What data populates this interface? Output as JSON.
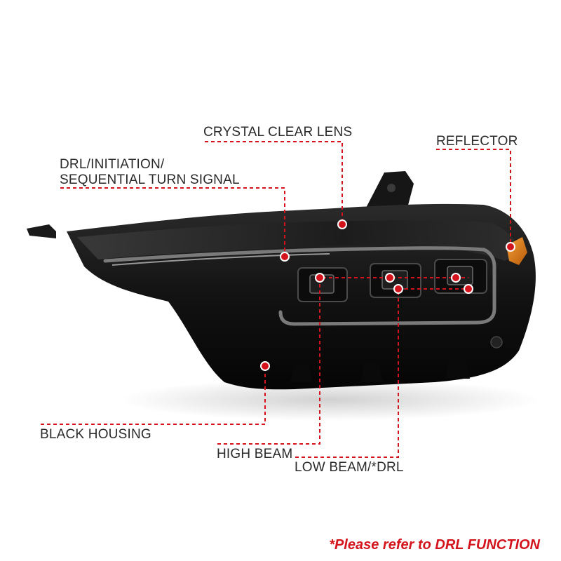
{
  "labels": {
    "crystal_clear_lens": "CRYSTAL CLEAR LENS",
    "reflector": "REFLECTOR",
    "drl_line1": "DRL/INITIATION/",
    "drl_line2": "SEQUENTIAL TURN SIGNAL",
    "black_housing": "BLACK HOUSING",
    "high_beam": "HIGH BEAM",
    "low_beam": "LOW BEAM/*DRL"
  },
  "note": "*Please refer to DRL FUNCTION",
  "colors": {
    "accent": "#d4141c",
    "housing": "#141414",
    "text": "#2a2a2a",
    "amber": "#e07a10"
  },
  "icons": {
    "callout_marker": "callout-dot-icon"
  }
}
